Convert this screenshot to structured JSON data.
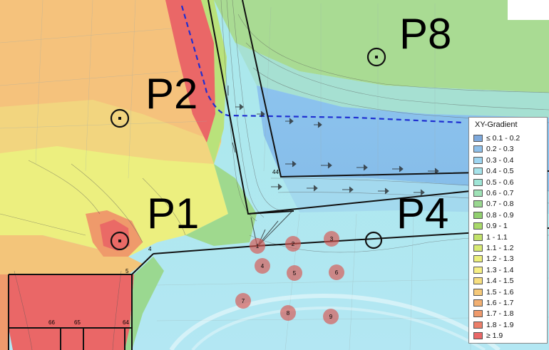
{
  "map": {
    "point_labels": [
      {
        "id": "P8",
        "text": "P8"
      },
      {
        "id": "P2",
        "text": "P2"
      },
      {
        "id": "P1",
        "text": "P1"
      },
      {
        "id": "P4",
        "text": "P4"
      }
    ],
    "node_numbers": [
      "44",
      "4",
      "5",
      "66",
      "65",
      "64"
    ],
    "sample_points": [
      "1",
      "2",
      "3",
      "4",
      "5",
      "6",
      "7",
      "8",
      "9"
    ]
  },
  "legend": {
    "title": "XY-Gradient",
    "items": [
      {
        "label": "≤ 0.1 - 0.2",
        "color": "#7ea9dc"
      },
      {
        "label": "0.2 - 0.3",
        "color": "#8fc0ea"
      },
      {
        "label": "0.3 - 0.4",
        "color": "#9ed6f1"
      },
      {
        "label": "0.4 - 0.5",
        "color": "#a6e3ea"
      },
      {
        "label": "0.5 - 0.6",
        "color": "#9fe5d6"
      },
      {
        "label": "0.6 - 0.7",
        "color": "#9fe3b7"
      },
      {
        "label": "0.7 - 0.8",
        "color": "#9ad890"
      },
      {
        "label": "0.8 - 0.9",
        "color": "#92d070"
      },
      {
        "label": "0.9 - 1",
        "color": "#a9d96a"
      },
      {
        "label": "1 - 1.1",
        "color": "#c2e26b"
      },
      {
        "label": "1.1 - 1.2",
        "color": "#d8ea73"
      },
      {
        "label": "1.2 - 1.3",
        "color": "#ecef7c"
      },
      {
        "label": "1.3 - 1.4",
        "color": "#f6ef85"
      },
      {
        "label": "1.4 - 1.5",
        "color": "#f7df80"
      },
      {
        "label": "1.5 - 1.6",
        "color": "#f5c97a"
      },
      {
        "label": "1.6 - 1.7",
        "color": "#f2b072"
      },
      {
        "label": "1.7 - 1.8",
        "color": "#ef9a6c"
      },
      {
        "label": "1.8 - 1.9",
        "color": "#ec7f6a"
      },
      {
        "label": "≥ 1.9",
        "color": "#ea6767"
      }
    ]
  }
}
